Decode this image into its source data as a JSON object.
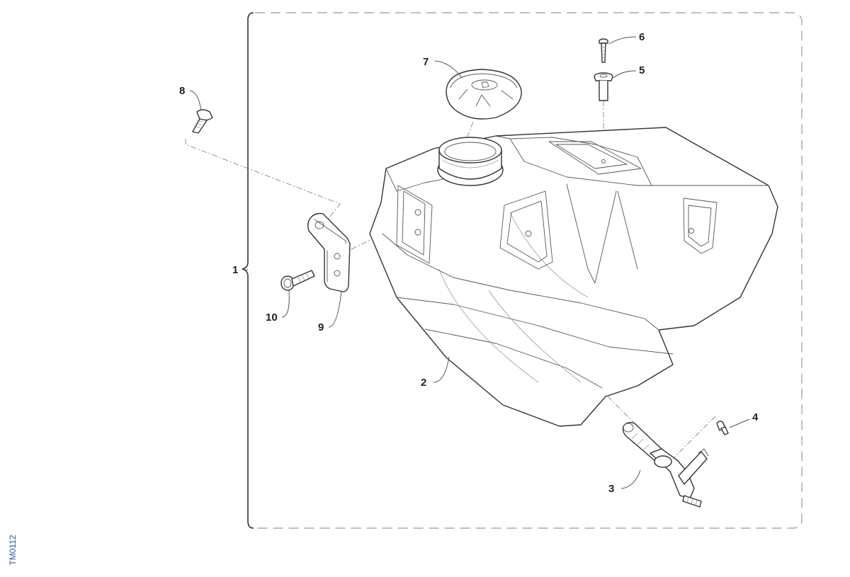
{
  "document_code": "TM0112",
  "callouts": {
    "c1": "1",
    "c2": "2",
    "c3": "3",
    "c4": "4",
    "c5": "5",
    "c6": "6",
    "c7": "7",
    "c8": "8",
    "c9": "9",
    "c10": "10"
  }
}
